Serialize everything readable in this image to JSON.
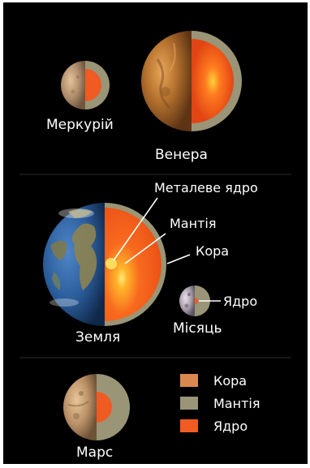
{
  "planets": {
    "mercury": "Меркурій",
    "venus": "Венера",
    "earth": "Земля",
    "moon": "Місяць",
    "mars": "Марс"
  },
  "earth_labels": {
    "core": "Металеве ядро",
    "mantle": "Мантія",
    "crust": "Кора"
  },
  "moon_labels": {
    "core": "Ядро"
  },
  "legend": [
    {
      "label": "Кора",
      "color": "#d9894f"
    },
    {
      "label": "Мантія",
      "color": "#9a9577"
    },
    {
      "label": "Ядро",
      "color": "#f05a23"
    }
  ],
  "colors": {
    "crust": "#d9894f",
    "mantle": "#9a9577",
    "core": "#f05a23",
    "core_hot": "#ffd23a",
    "background": "#000000"
  }
}
